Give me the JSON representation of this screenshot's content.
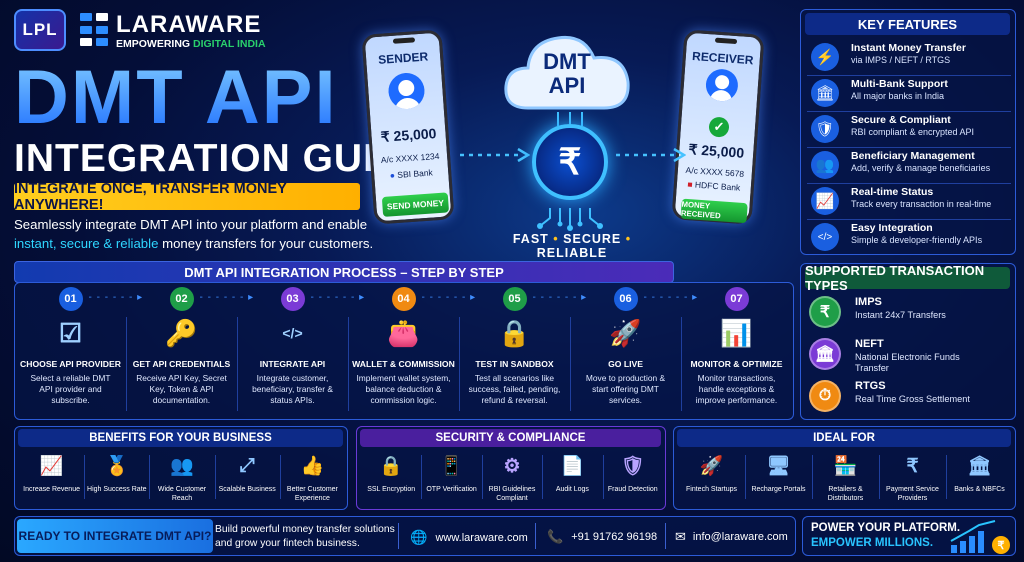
{
  "header": {
    "logo_text": "LPL",
    "brand": "LARAWARE",
    "tagline_prefix": "EMPOWERING",
    "tagline_highlight": "DIGITAL INDIA",
    "title_line1": "DMT API",
    "title_line2": "INTEGRATION GUIDE",
    "banner": "INTEGRATE ONCE, TRANSFER MONEY ANYWHERE!",
    "description_part1": "Seamlessly integrate DMT API into your platform and enable",
    "description_highlight": "instant, secure & reliable",
    "description_part2": "money transfers for your customers."
  },
  "flow": {
    "sender": {
      "title": "SENDER",
      "amount": "₹ 25,000",
      "account": "A/c XXXX 1234",
      "bank": "SBI Bank",
      "button": "SEND MONEY"
    },
    "receiver": {
      "title": "RECEIVER",
      "amount": "₹ 25,000",
      "account": "A/c XXXX 5678",
      "bank": "HDFC Bank",
      "button": "MONEY RECEIVED"
    },
    "cloud_line1": "DMT",
    "cloud_line2": "API",
    "rupee": "₹",
    "fast": "FAST",
    "secure": "SECURE",
    "reliable": "RELIABLE"
  },
  "key_features": {
    "title": "KEY FEATURES",
    "items": [
      {
        "icon": "bolt-icon",
        "glyph": "⚡",
        "title": "Instant Money Transfer",
        "desc": "via IMPS / NEFT / RTGS"
      },
      {
        "icon": "bank-icon",
        "glyph": "🏛",
        "title": "Multi-Bank Support",
        "desc": "All major banks in India"
      },
      {
        "icon": "shield-icon",
        "glyph": "🛡",
        "title": "Secure & Compliant",
        "desc": "RBI compliant & encrypted API"
      },
      {
        "icon": "users-icon",
        "glyph": "👥",
        "title": "Beneficiary Management",
        "desc": "Add, verify & manage beneficiaries"
      },
      {
        "icon": "chart-icon",
        "glyph": "📈",
        "title": "Real-time Status",
        "desc": "Track every transaction in real-time"
      },
      {
        "icon": "code-icon",
        "glyph": "</>",
        "title": "Easy Integration",
        "desc": "Simple & developer-friendly APIs"
      }
    ]
  },
  "process": {
    "title": "DMT API INTEGRATION PROCESS – STEP BY STEP",
    "steps": [
      {
        "num": "01",
        "color": "#1a5fe0",
        "icon": "checklist-icon",
        "glyph": "☑",
        "title": "CHOOSE API PROVIDER",
        "desc": "Select a reliable DMT API provider and subscribe."
      },
      {
        "num": "02",
        "color": "#1f9e48",
        "icon": "key-icon",
        "glyph": "🔑",
        "title": "GET API CREDENTIALS",
        "desc": "Receive API Key, Secret Key, Token & API documentation."
      },
      {
        "num": "03",
        "color": "#7b3bd6",
        "icon": "code-window-icon",
        "glyph": "</>",
        "title": "INTEGRATE API",
        "desc": "Integrate customer, beneficiary, transfer & status APIs."
      },
      {
        "num": "04",
        "color": "#f08a12",
        "icon": "wallet-icon",
        "glyph": "👛",
        "title": "WALLET & COMMISSION",
        "desc": "Implement wallet system, balance deduction & commission logic."
      },
      {
        "num": "05",
        "color": "#1f9e48",
        "icon": "lock-shield-icon",
        "glyph": "🔒",
        "title": "TEST IN SANDBOX",
        "desc": "Test all scenarios like success, failed, pending, refund & reversal."
      },
      {
        "num": "06",
        "color": "#1a5fe0",
        "icon": "rocket-icon",
        "glyph": "🚀",
        "title": "GO LIVE",
        "desc": "Move to production & start offering DMT services."
      },
      {
        "num": "07",
        "color": "#7b3bd6",
        "icon": "growth-chart-icon",
        "glyph": "📊",
        "title": "MONITOR & OPTIMIZE",
        "desc": "Monitor transactions, handle exceptions & improve performance."
      }
    ]
  },
  "transaction_types": {
    "title": "SUPPORTED TRANSACTION TYPES",
    "items": [
      {
        "icon": "rupee-circle-icon",
        "glyph": "₹",
        "color": "#1f9e48",
        "name": "IMPS",
        "desc": "Instant 24x7 Transfers"
      },
      {
        "icon": "bank-circle-icon",
        "glyph": "🏛",
        "color": "#7b3bd6",
        "name": "NEFT",
        "desc": "National Electronic Funds Transfer"
      },
      {
        "icon": "clock-circle-icon",
        "glyph": "⏱",
        "color": "#f08a12",
        "name": "RTGS",
        "desc": "Real Time Gross Settlement"
      }
    ]
  },
  "benefits": {
    "title": "BENEFITS FOR YOUR BUSINESS",
    "items": [
      {
        "icon": "revenue-chart-icon",
        "glyph": "📈",
        "label": "Increase Revenue"
      },
      {
        "icon": "badge-icon",
        "glyph": "🏅",
        "label": "High Success Rate"
      },
      {
        "icon": "group-icon",
        "glyph": "👥",
        "label": "Wide Customer Reach"
      },
      {
        "icon": "expand-icon",
        "glyph": "⤢",
        "label": "Scalable Business"
      },
      {
        "icon": "thumbs-up-icon",
        "glyph": "👍",
        "label": "Better Customer Experience"
      }
    ]
  },
  "security": {
    "title": "SECURITY & COMPLIANCE",
    "items": [
      {
        "icon": "padlock-icon",
        "glyph": "🔒",
        "label": "SSL Encryption"
      },
      {
        "icon": "otp-phone-icon",
        "glyph": "📱",
        "label": "OTP Verification"
      },
      {
        "icon": "rbi-seal-icon",
        "glyph": "⚙",
        "label": "RBI Guidelines Compliant"
      },
      {
        "icon": "audit-doc-icon",
        "glyph": "📄",
        "label": "Audit Logs"
      },
      {
        "icon": "fraud-shield-icon",
        "glyph": "🛡",
        "label": "Fraud Detection"
      }
    ]
  },
  "ideal_for": {
    "title": "IDEAL FOR",
    "items": [
      {
        "icon": "rocket-small-icon",
        "glyph": "🚀",
        "label": "Fintech Startups"
      },
      {
        "icon": "recharge-icon",
        "glyph": "🖥",
        "label": "Recharge Portals"
      },
      {
        "icon": "store-icon",
        "glyph": "🏪",
        "label": "Retailers & Distributors"
      },
      {
        "icon": "hand-coin-icon",
        "glyph": "₹",
        "label": "Payment Service Providers"
      },
      {
        "icon": "bank-small-icon",
        "glyph": "🏛",
        "label": "Banks & NBFCs"
      }
    ]
  },
  "footer": {
    "cta": "READY TO INTEGRATE DMT API?",
    "cta_desc_line1": "Build powerful money transfer solutions",
    "cta_desc_line2": "and grow your fintech business.",
    "website": "www.laraware.com",
    "phone": "+91 91762 96198",
    "email": "info@laraware.com",
    "power_line1": "POWER YOUR PLATFORM.",
    "power_line2": "EMPOWER MILLIONS."
  }
}
